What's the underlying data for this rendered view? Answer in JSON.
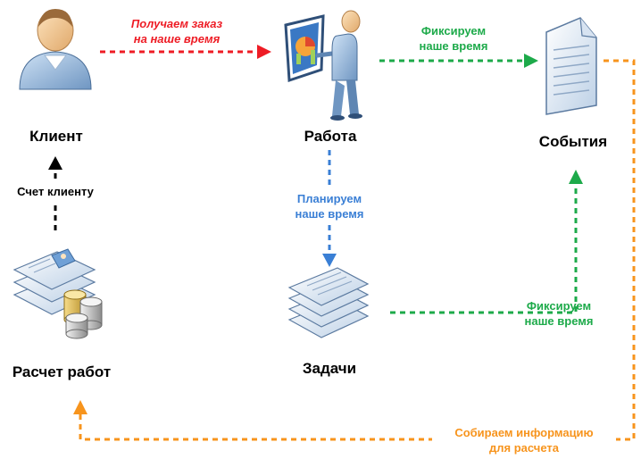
{
  "nodes": {
    "client": "Клиент",
    "work": "Работа",
    "events": "События",
    "tasks": "Задачи",
    "calc": "Расчет работ"
  },
  "edges": {
    "order": {
      "line1": "Получаем заказ",
      "line2": "на наше время",
      "color": "#ee1c25"
    },
    "fix_top": {
      "line1": "Фиксируем",
      "line2": "наше время",
      "color": "#1daa4a"
    },
    "plan": {
      "line1": "Планируем",
      "line2": "наше время",
      "color": "#3a7fd5"
    },
    "fix_tasks": {
      "line1": "Фиксируем",
      "line2": "наше время",
      "color": "#1daa4a"
    },
    "invoice": {
      "line1": "Счет клиенту",
      "color": "#000000"
    },
    "collect": {
      "line1": "Собираем информацию",
      "line2": "для расчета",
      "color": "#f7941d"
    }
  },
  "icons": {
    "client": "person-icon",
    "work": "presenter-icon",
    "events": "document-icon",
    "tasks": "document-stack-icon",
    "calc": "documents-coins-icon"
  }
}
